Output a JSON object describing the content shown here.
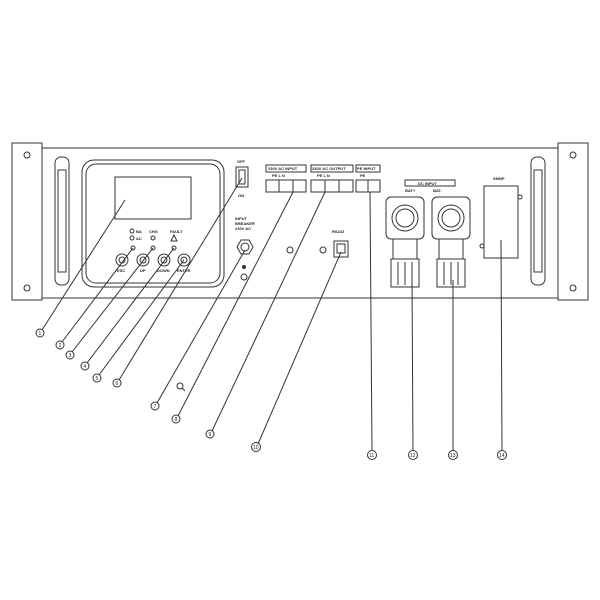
{
  "switch": {
    "off": "OFF",
    "on": "ON"
  },
  "breaker": {
    "line1": "INPUT",
    "line2": "BREAKER",
    "line3": "230V AC"
  },
  "leds": {
    "bat": "BA",
    "ac": "AC",
    "chg": "CHG",
    "fault": "FAULT"
  },
  "buttons": [
    "ESC",
    "UP",
    "DOWN",
    "ENTER"
  ],
  "terminals": [
    "230V AC INPUT",
    "230V AC OUTPUT",
    "PE INPUT"
  ],
  "terminal_pins": [
    "PE L N",
    "PE L N",
    "PE"
  ],
  "rs232": "RS232",
  "dc_input": {
    "title": "DC INPUT",
    "pos": "BAT+",
    "neg": "BAT-"
  },
  "snmp": "SNMP",
  "callouts": [
    "1",
    "2",
    "3",
    "4",
    "5",
    "6",
    "7",
    "8",
    "9",
    "10",
    "11",
    "12",
    "13",
    "14"
  ]
}
